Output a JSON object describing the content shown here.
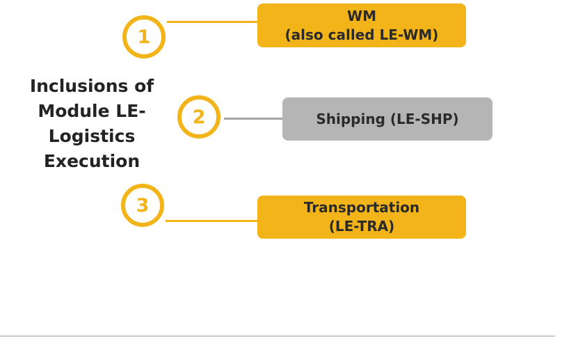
{
  "title_lines": [
    "Inclusions of",
    "Module LE-",
    "Logistics",
    "Execution"
  ],
  "items": [
    {
      "number": "1",
      "lines": [
        "WM",
        "(also called LE-WM)"
      ]
    },
    {
      "number": "2",
      "lines": [
        "Shipping (LE-SHP)"
      ]
    },
    {
      "number": "3",
      "lines": [
        "Transportation",
        "(LE-TRA)"
      ]
    }
  ],
  "colors": {
    "accent": "#f2b418",
    "highlighted_box": "#f2b418",
    "neutral_box": "#b5b5b5",
    "neutral_line": "#a6a6a6",
    "text": "#232323"
  }
}
